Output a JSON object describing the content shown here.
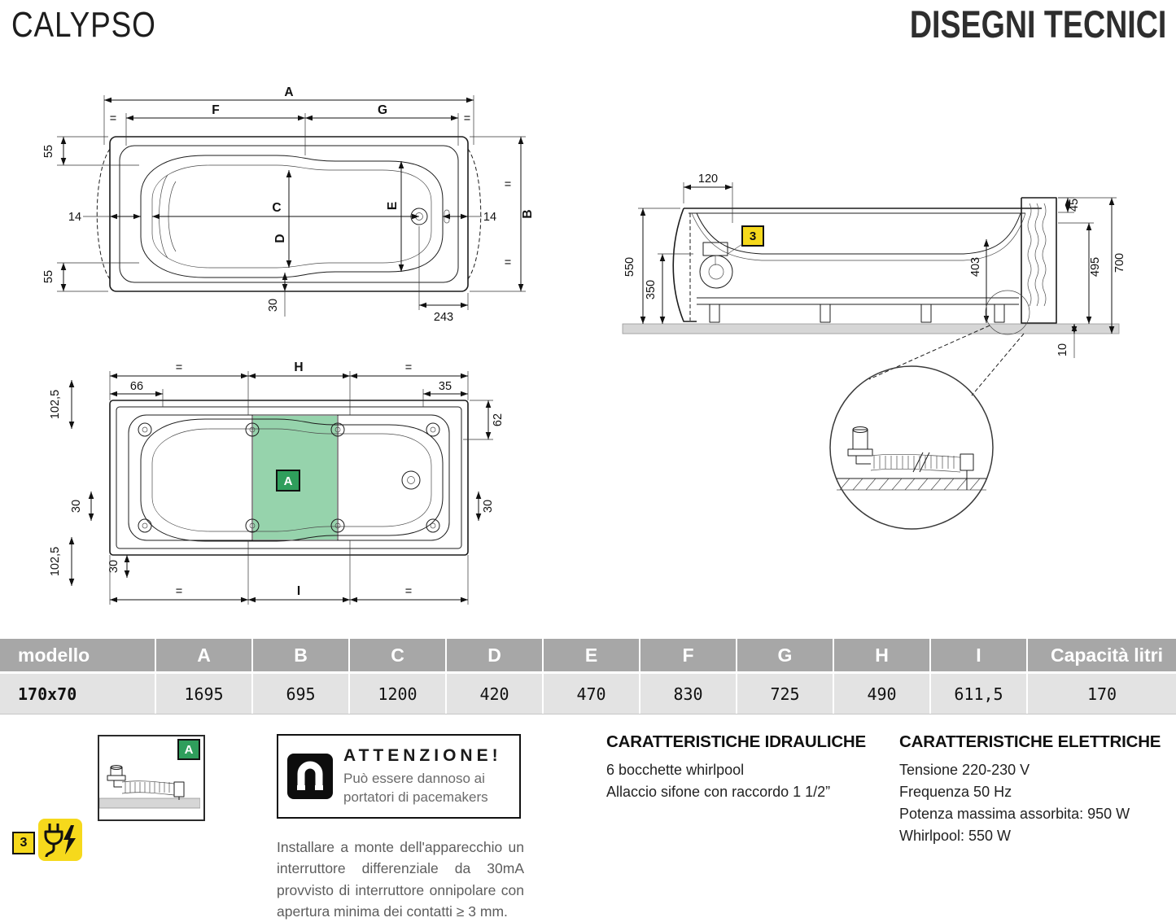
{
  "header": {
    "title": "CALYPSO",
    "subtitle": "DISEGNI TECNICI"
  },
  "plan": {
    "A": "A",
    "F": "F",
    "G": "G",
    "C": "C",
    "D": "D",
    "E": "E",
    "B": "B",
    "d55_top": "55",
    "d55_bottom": "55",
    "d14_left": "14",
    "d14_right": "14",
    "d30_bottom": "30",
    "d243": "243",
    "eq": "="
  },
  "frame": {
    "H": "H",
    "I": "I",
    "d66": "66",
    "d35": "35",
    "d62": "62",
    "d30_left": "30",
    "d30_right": "30",
    "d30_bottom": "30",
    "d102_top": "102,5",
    "d102_bottom": "102,5",
    "area_label": "A",
    "eq": "="
  },
  "side": {
    "d120": "120",
    "d550": "550",
    "d350": "350",
    "d403": "403",
    "d45": "45",
    "d495": "495",
    "d700": "700",
    "d10": "10",
    "callout": "3"
  },
  "table": {
    "headers": [
      "modello",
      "A",
      "B",
      "C",
      "D",
      "E",
      "F",
      "G",
      "H",
      "I",
      "Capacità litri"
    ],
    "row": [
      "170x70",
      "1695",
      "695",
      "1200",
      "420",
      "470",
      "830",
      "725",
      "490",
      "611,5",
      "170"
    ]
  },
  "legend": {
    "siphon_label": "A",
    "electric_label": "3"
  },
  "attention": {
    "title": "ATTENZIONE!",
    "line1": "Può essere dannoso ai",
    "line2": "portatori di pacemakers",
    "note": "Installare a monte dell'apparecchio un interruttore differenziale da 30mA provvisto di interruttore onnipolare con apertura minima dei contatti ≥ 3 mm."
  },
  "hydraulic": {
    "title": "CARATTERISTICHE IDRAULICHE",
    "items": [
      "6 bocchette whirlpool",
      "Allaccio sifone con raccordo 1 1/2”"
    ]
  },
  "electric": {
    "title": "CARATTERISTICHE ELETTRICHE",
    "items": [
      "Tensione 220-230 V",
      "Frequenza 50 Hz",
      "Potenza massima assorbita: 950 W",
      "Whirlpool: 550 W"
    ]
  },
  "colors": {
    "green_area": "#96d3ac",
    "badge_green": "#2f9e5c",
    "badge_yellow": "#f6d91c",
    "table_header": "#a7a7a7",
    "table_row": "#e3e3e3"
  }
}
